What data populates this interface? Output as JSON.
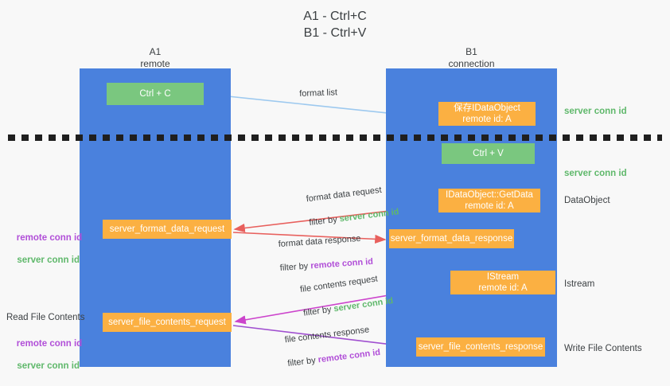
{
  "title": "A1 - Ctrl+C\nB1 - Ctrl+V",
  "columns": {
    "left": {
      "name": "A1",
      "sub": "remote",
      "header": "A1\nremote"
    },
    "right": {
      "name": "B1",
      "sub": "connection",
      "header": "B1\nconnection"
    }
  },
  "nodes": {
    "ctrl_c": "Ctrl + C",
    "ctrl_v": "Ctrl + V",
    "idataobject_save": "保存IDataObject\nremote id: A",
    "idataobject_getdata": "IDataObject::GetData\nremote id: A",
    "istream": "IStream\nremote id: A",
    "server_format_data_request": "server_format_data_request",
    "server_format_data_response": "server_format_data_response",
    "server_file_contents_request": "server_file_contents_request",
    "server_file_contents_response": "server_file_contents_response"
  },
  "side_labels": {
    "server_conn_id_top": "server conn id",
    "server_conn_id_mid": "server conn id",
    "data_object": "DataObject",
    "istream": "Istream",
    "write_file_contents": "Write File Contents"
  },
  "left_labels": {
    "remote_conn_id_1": "remote conn id",
    "server_conn_id_1": "server conn id",
    "read_file_contents": "Read File Contents",
    "remote_conn_id_2": "remote conn id",
    "server_conn_id_2": "server conn id"
  },
  "edges": {
    "format_list": "format list",
    "format_data_request": "format data request",
    "format_data_request_filter_prefix": "filter by ",
    "format_data_request_filter_key": "server conn id",
    "format_data_response": "format data response",
    "format_data_response_filter_prefix": "filter by ",
    "format_data_response_filter_key": "remote conn id",
    "file_contents_request": "file contents request",
    "file_contents_request_filter_prefix": "filter by ",
    "file_contents_request_filter_key": "server conn id",
    "file_contents_response": "file contents response",
    "file_contents_response_filter_prefix": "filter by ",
    "file_contents_response_filter_key": "remote conn id"
  },
  "colors": {
    "background": "#f8f8f8",
    "lane_blue": "#4a81dd",
    "node_green": "#7ac77f",
    "node_orange": "#fbb042",
    "text_dark": "#3c4043",
    "green_key": "#5fb86b",
    "purple_key": "#b14fd8",
    "arrow_lightblue": "#9dc9ef",
    "arrow_red": "#e8605d",
    "arrow_magenta": "#cc44cc",
    "arrow_purple": "#a04fd0",
    "arrow_black": "#111111",
    "divider": "#1f1f1f"
  }
}
